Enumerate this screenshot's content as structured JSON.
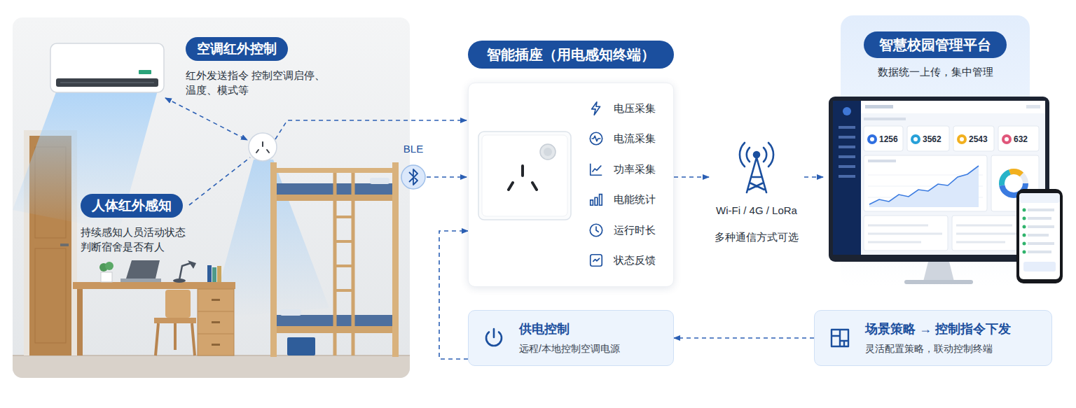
{
  "diagram": {
    "nodes": [
      {
        "text": [
          "空调红外控制",
          "红外发送指令 控制空调启停、温度、模式等"
        ]
      },
      {
        "text": [
          "人体红外感知",
          "持续感知人员活动状态 判断宿舍是否有人"
        ]
      },
      {
        "text": [
          "智能插座（用电感知终端）",
          "电压采集",
          "电流采集",
          "功率采集",
          "电能统计",
          "运行时长",
          "状态反馈"
        ]
      },
      {
        "text": [
          "Wi-Fi / 4G / LoRa",
          "多种通信方式可选"
        ]
      },
      {
        "text": [
          "智慧校园管理平台",
          "数据统一上传，集中管理"
        ]
      },
      {
        "text": [
          "供电控制",
          "远程/本地控制空调电源"
        ]
      },
      {
        "text": [
          "场景策略 → 控制指令下发",
          "灵活配置策略，联动控制终端"
        ]
      }
    ],
    "edges": [
      {
        "from": 2,
        "to": 3,
        "arrow": "to"
      },
      {
        "from": 3,
        "to": 4,
        "arrow": "to"
      },
      {
        "from": 6,
        "to": 5,
        "arrow": "to"
      },
      {
        "from": 5,
        "to": 2,
        "arrow": "to"
      }
    ],
    "labels": [
      "BLE",
      "1256",
      "3562",
      "2543",
      "632"
    ]
  }
}
